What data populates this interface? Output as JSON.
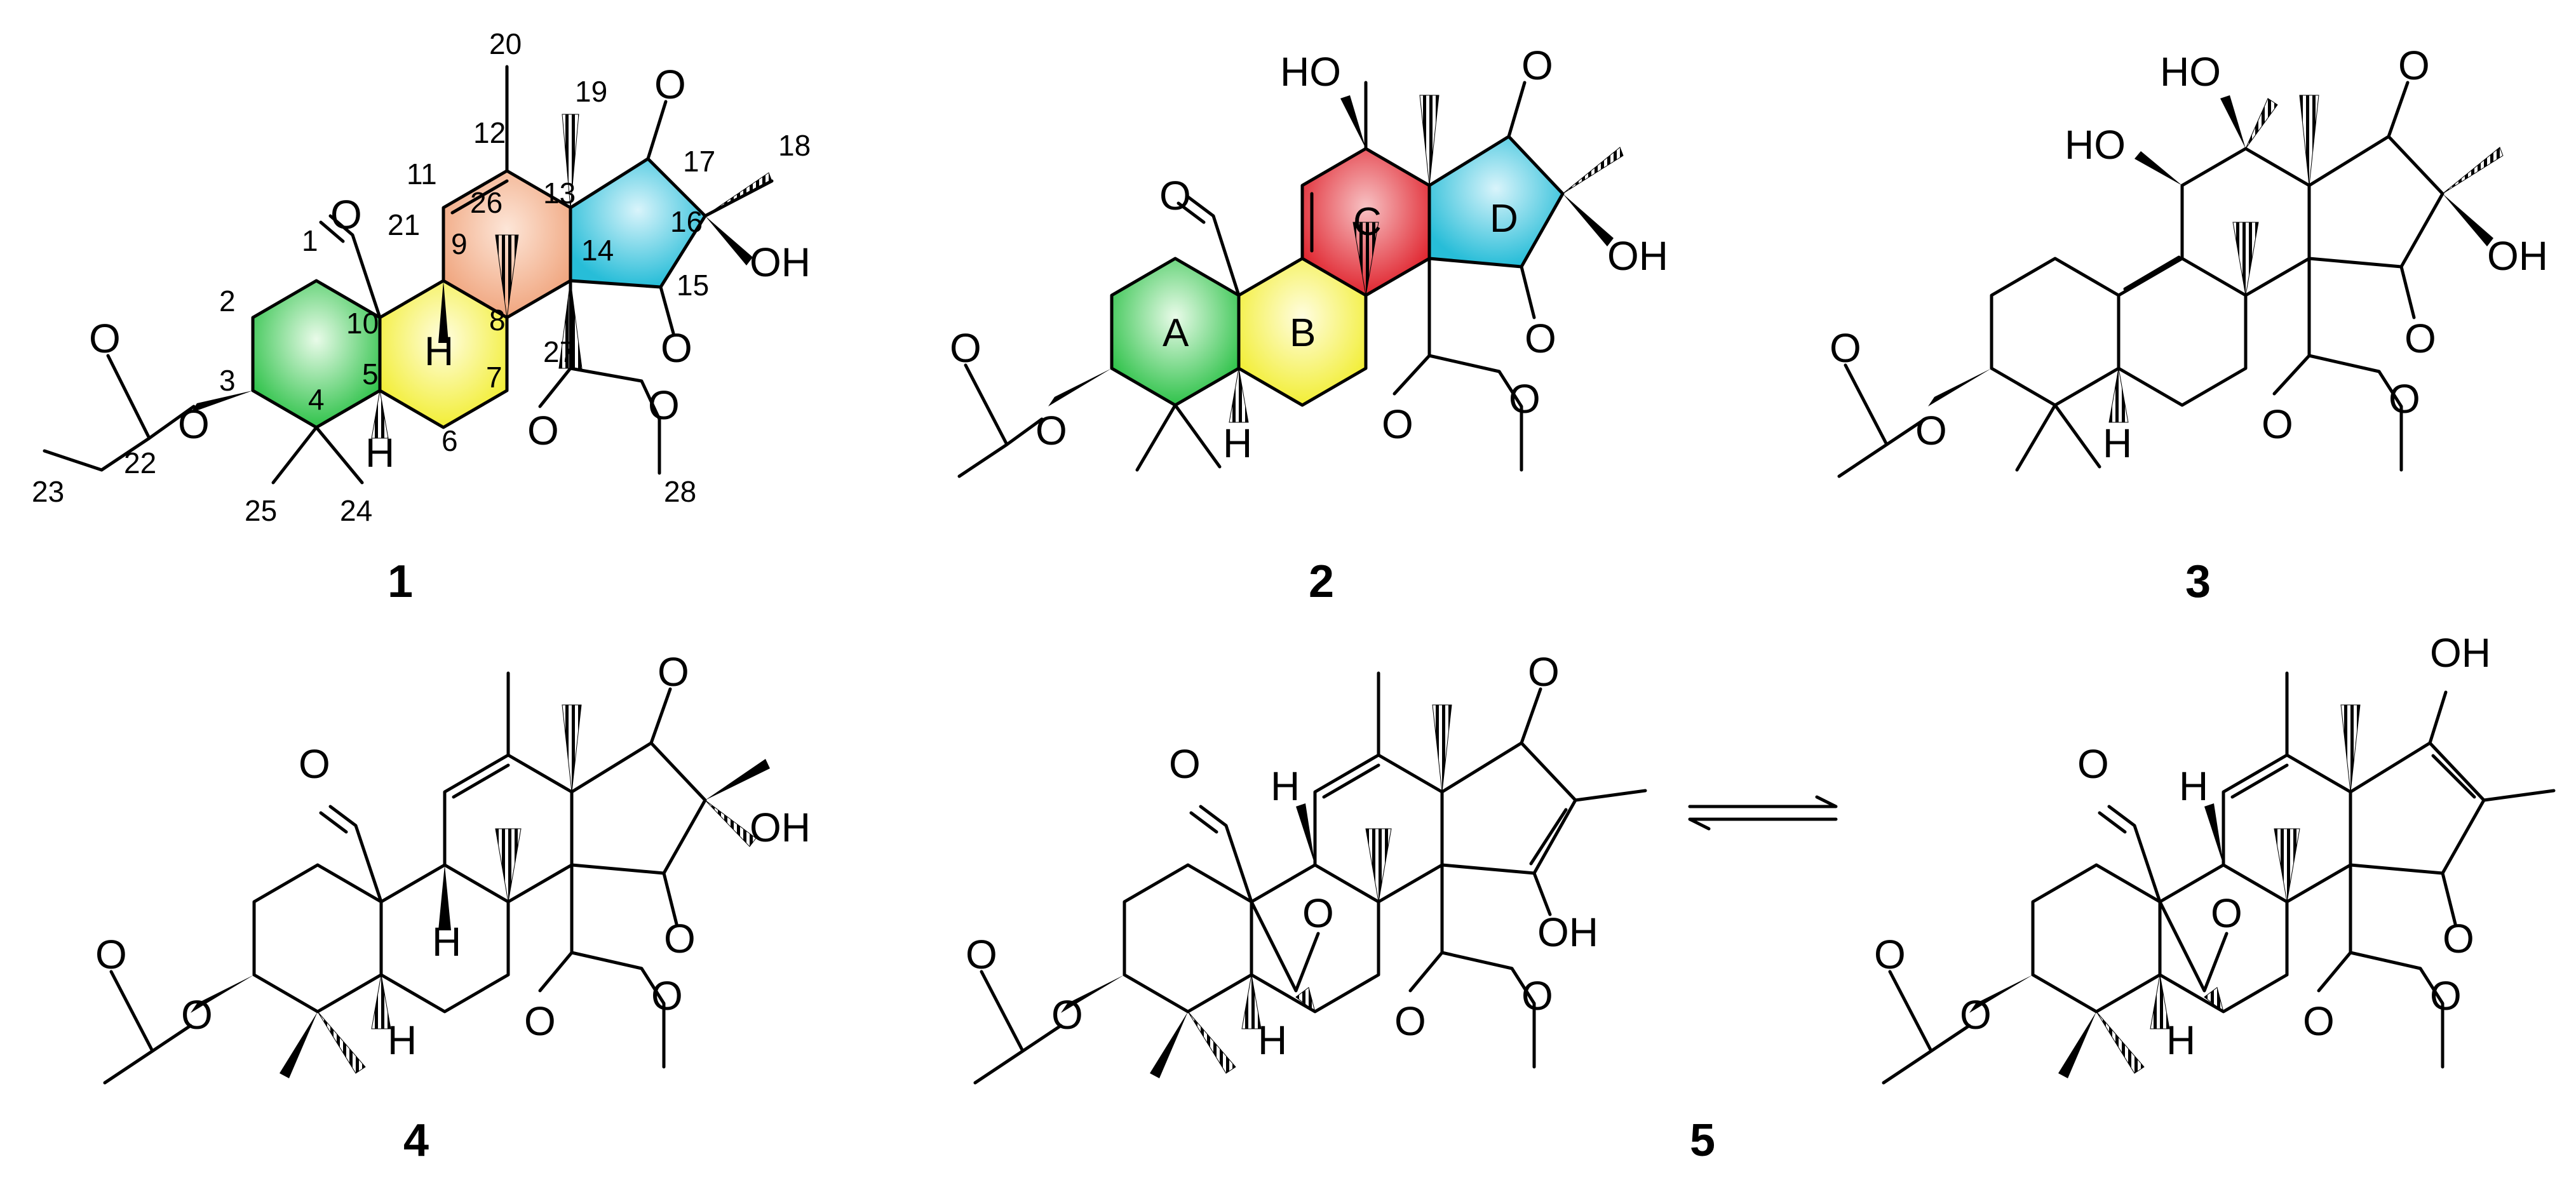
{
  "colors": {
    "ring_A": "#2fc24a",
    "ring_B": "#f2ee35",
    "ring_C_1": "#f0a57e",
    "ring_C_2": "#e0242e",
    "ring_D": "#27bdd8"
  },
  "compounds": [
    {
      "label": "1",
      "atoms": {
        "o_aldehyde": "O",
        "oh": "OH",
        "o_ketone_17": "O",
        "o_ketone_15": "O",
        "h9": "H",
        "h5": "H",
        "o_ester_co": "O",
        "o_ester_me": "O",
        "o_acetate_co": "O",
        "o_acetate_link": "O"
      },
      "locants": [
        "1",
        "2",
        "3",
        "4",
        "5",
        "6",
        "7",
        "8",
        "9",
        "10",
        "11",
        "12",
        "13",
        "14",
        "15",
        "16",
        "17",
        "18",
        "19",
        "20",
        "21",
        "22",
        "23",
        "24",
        "25",
        "26",
        "27",
        "28"
      ]
    },
    {
      "label": "2",
      "atoms": {
        "ho_top": "HO",
        "o_aldehyde": "O",
        "o_ketone_top": "O",
        "oh": "OH",
        "o_ketone_bottom": "O",
        "h5": "H",
        "o_ester_co": "O",
        "o_ester_me": "O",
        "o_acetate_co": "O",
        "o_acetate_link": "O"
      },
      "ring_labels": [
        "A",
        "B",
        "C",
        "D"
      ]
    },
    {
      "label": "3",
      "atoms": {
        "ho_top": "HO",
        "ho_left": "HO",
        "o_ketone_top": "O",
        "oh": "OH",
        "o_ketone_bottom": "O",
        "h5": "H",
        "o_ester_co": "O",
        "o_ester_me": "O",
        "o_acetate_co": "O",
        "o_acetate_link": "O"
      }
    },
    {
      "label": "4",
      "atoms": {
        "o_aldehyde": "O",
        "o_ketone_top": "O",
        "oh": "OH",
        "o_ketone_bottom": "O",
        "h9": "H",
        "h5": "H",
        "o_ester_co": "O",
        "o_ester_me": "O",
        "o_acetate_co": "O",
        "o_acetate_link": "O"
      }
    },
    {
      "label": "5",
      "tautomer_left": {
        "o_aldehyde": "O",
        "h_top": "H",
        "o_bridge": "O",
        "o_ketone_top": "O",
        "oh_enol": "OH",
        "h5": "H",
        "o_ester_co": "O",
        "o_ester_me": "O",
        "o_acetate_co": "O",
        "o_acetate_link": "O"
      },
      "tautomer_right": {
        "oh_enol": "OH",
        "o_aldehyde": "O",
        "h_top": "H",
        "o_bridge": "O",
        "o_ketone_bottom": "O",
        "h5": "H",
        "o_ester_co": "O",
        "o_ester_me": "O",
        "o_acetate_co": "O",
        "o_acetate_link": "O"
      }
    }
  ]
}
